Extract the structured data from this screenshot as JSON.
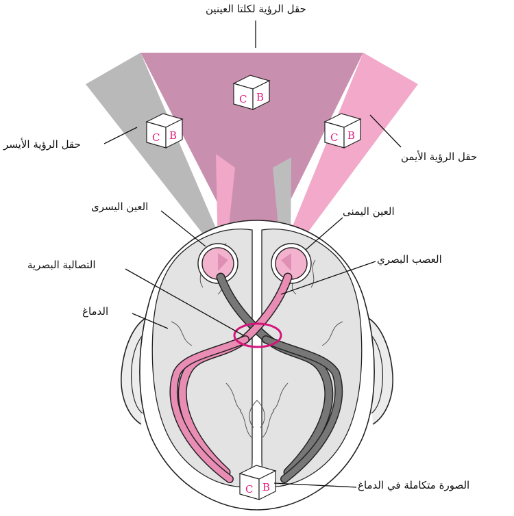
{
  "labels": {
    "both_eyes_field": "حقل الرؤية لكلتا العينين",
    "left_field": "حقل الرؤية الأيسر",
    "right_field": "حقل الرؤية الأيمن",
    "left_eye": "العين اليسرى",
    "right_eye": "العين اليمنى",
    "optic_chiasm": "التصالبة البصرية",
    "optic_nerve": "العصب البصري",
    "brain": "الدماغ",
    "integrated_image": "الصورة متكاملة في الدماغ"
  },
  "cube": {
    "letter_left": "C",
    "letter_right": "B"
  },
  "colors": {
    "left_field": "#b9b9b9",
    "right_field": "#f3a9c9",
    "overlap_field": "#c98fae",
    "pathway_pink": "#e98db5",
    "pathway_gray": "#777777",
    "brain_fill": "#e3e3e3",
    "outline": "#222222",
    "chiasm_ring": "#d4157a",
    "cube_letter": "#e0207d"
  }
}
